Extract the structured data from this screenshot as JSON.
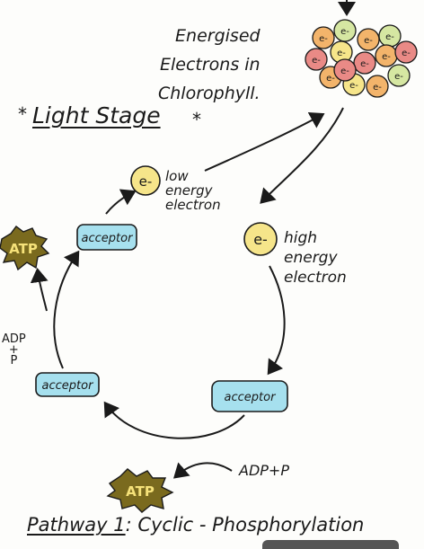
{
  "title": "Light Stage",
  "title_star": "*",
  "energised_label": [
    "Energised",
    "Electrons in",
    "Chlorophyll."
  ],
  "electron_symbol": "e-",
  "low_energy_label": [
    "low",
    "energy",
    "electron"
  ],
  "high_energy_label": [
    "high",
    "energy",
    "electron"
  ],
  "acceptor_label": "acceptor",
  "atp_label": "ATP",
  "adp_p_right": "ADP+P",
  "adp_p_left": [
    "ADP",
    "+",
    "P"
  ],
  "footer": {
    "pathway": "Pathway 1",
    "rest": ": Cyclic - Phosphorylation"
  },
  "colors": {
    "electron_yellow": "#f6e58a",
    "electron_orange": "#f3b46b",
    "electron_red": "#e98a86",
    "electron_green": "#d6e7a2",
    "acceptor_fill": "#a6e0ee",
    "atp_fill": "#7a6a1e",
    "atp_text": "#f6e27a"
  }
}
